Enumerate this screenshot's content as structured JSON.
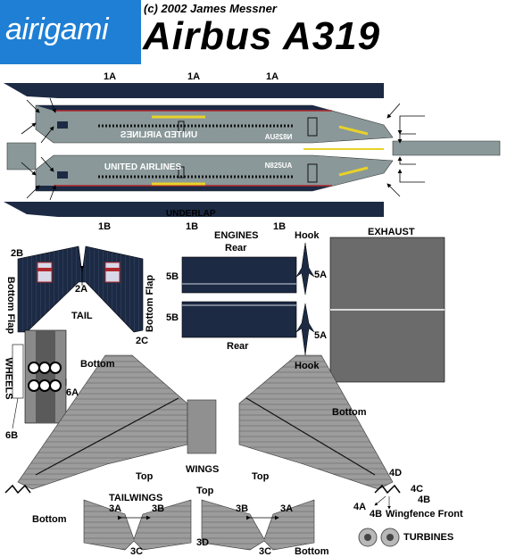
{
  "header": {
    "logo": "airigami",
    "copyright": "(c) 2002 James Messner",
    "model": "Airbus A319"
  },
  "fuselage": {
    "top_labels": [
      "1A",
      "1A",
      "1A"
    ],
    "bottom_labels": [
      "1B",
      "1B",
      "1B"
    ],
    "underlap": "UNDERLAP",
    "airline": "UNITED AIRLINES",
    "airline_mirrored": "UNITED AIRLINES",
    "registration": "N825UA",
    "registration_mirrored": "N825UA"
  },
  "tail": {
    "label": "TAIL",
    "label_2a": "2A",
    "label_2b": "2B",
    "label_2c": "2C",
    "bottom_flap_left": "Bottom Flap",
    "bottom_flap_right": "Bottom Flap"
  },
  "engines": {
    "title": "ENGINES",
    "rear_top": "Rear",
    "rear_bottom": "Rear",
    "label_5b_top": "5B",
    "label_5b_bottom": "5B"
  },
  "hook": {
    "label_top": "Hook",
    "label_bottom": "Hook",
    "label_5a_top": "5A",
    "label_5a_bottom": "5A"
  },
  "exhaust": {
    "title": "EXHAUST"
  },
  "wheels": {
    "label": "WHEELS",
    "label_6a": "6A",
    "label_6b": "6B"
  },
  "wings": {
    "center": "WINGS",
    "bottom_left": "Bottom",
    "bottom_right": "Bottom",
    "top_left": "Top",
    "top_right": "Top",
    "label_4a": "4A",
    "label_4b": "4B",
    "label_4b_lower": "4B",
    "label_4c": "4C",
    "label_4d": "4D",
    "wingfence": "Wingfence Front"
  },
  "tailwings": {
    "title": "TAILWINGS",
    "top": "Top",
    "bottom_left": "Bottom",
    "bottom_right": "Bottom",
    "label_3a_left": "3A",
    "label_3b_left": "3B",
    "label_3b_right": "3B",
    "label_3a_right": "3A",
    "label_3c_left": "3C",
    "label_3c_right": "3C",
    "label_3d": "3D"
  },
  "turbines": {
    "label": "TURBINES"
  },
  "colors": {
    "logo_bg": "#1e7fd4",
    "navy": "#1c2a44",
    "fuselage_gray": "#8a9899",
    "wing_gray": "#9a9a9a",
    "exhaust_gray": "#6b6b6b",
    "stripe_red": "#b0282c",
    "stripe_yellow": "#e8d22a"
  }
}
